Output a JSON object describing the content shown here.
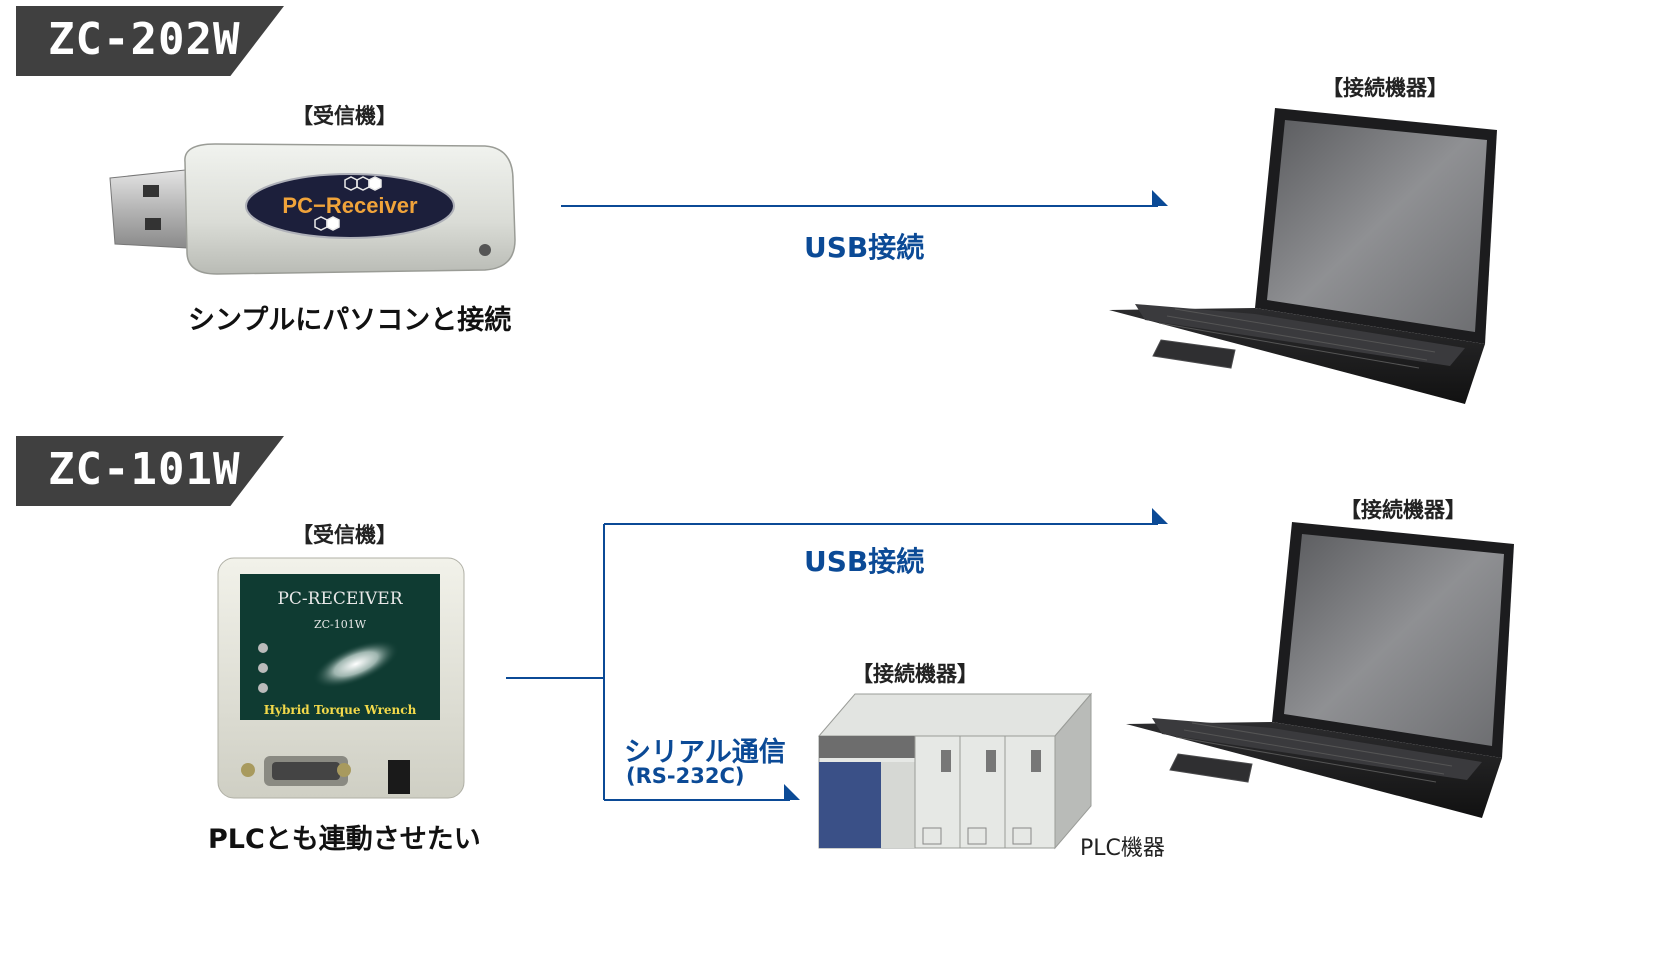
{
  "sections": [
    {
      "model": "ZC-202W",
      "receiver_label": "【受信機】",
      "device_label": "【接続機器】",
      "connection_label": "USB接続",
      "caption": "シンプルにパソコンと接続",
      "usb_stick_text": "PC−Receiver"
    },
    {
      "model": "ZC-101W",
      "receiver_label": "【受信機】",
      "device_label": "【接続機器】",
      "plc_device_label": "【接続機器】",
      "usb_connection_label": "USB接続",
      "serial_label": "シリアル通信",
      "serial_sub": "(RS-232C)",
      "plc_label": "PLC機器",
      "caption": "PLCとも連動させたい",
      "box_title": "PC-RECEIVER",
      "box_model": "ZC-101W",
      "box_footer": "Hybrid Torque Wrench"
    }
  ],
  "colors": {
    "connector": "#0b4a96",
    "tag_bg": "#404040"
  }
}
